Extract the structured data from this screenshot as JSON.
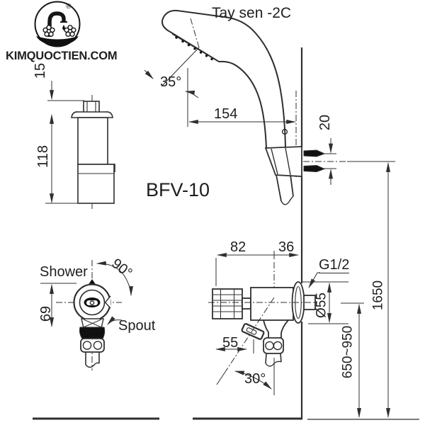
{
  "colors": {
    "background": "#ffffff",
    "line": "#2f2f2f",
    "text": "#1f1f1f",
    "fill_black": "#111111"
  },
  "branding": {
    "site": "KIMQUOCTIEN.COM",
    "registered_mark": "®"
  },
  "product": {
    "model": "BFV-10",
    "handshower_label": "Tay sen -2C"
  },
  "annotations": {
    "shower": "Shower",
    "spout": "Spout",
    "thread_size": "G1/2"
  },
  "dimensions": {
    "head_tilt_angle": "35°",
    "head_to_wall": "154",
    "bracket_cap_height": "15",
    "bracket_body_height": "118",
    "anchor_spacing": "20",
    "handle_turn_angle": "90°",
    "valve_front_height": "69",
    "valve_body_width": "82",
    "valve_center_to_wall": "36",
    "lever_offset": "55",
    "lever_swing_angle": "30°",
    "flange_diameter": "Ø55",
    "mounting_height_range": "650~950",
    "shower_height": "1650"
  }
}
